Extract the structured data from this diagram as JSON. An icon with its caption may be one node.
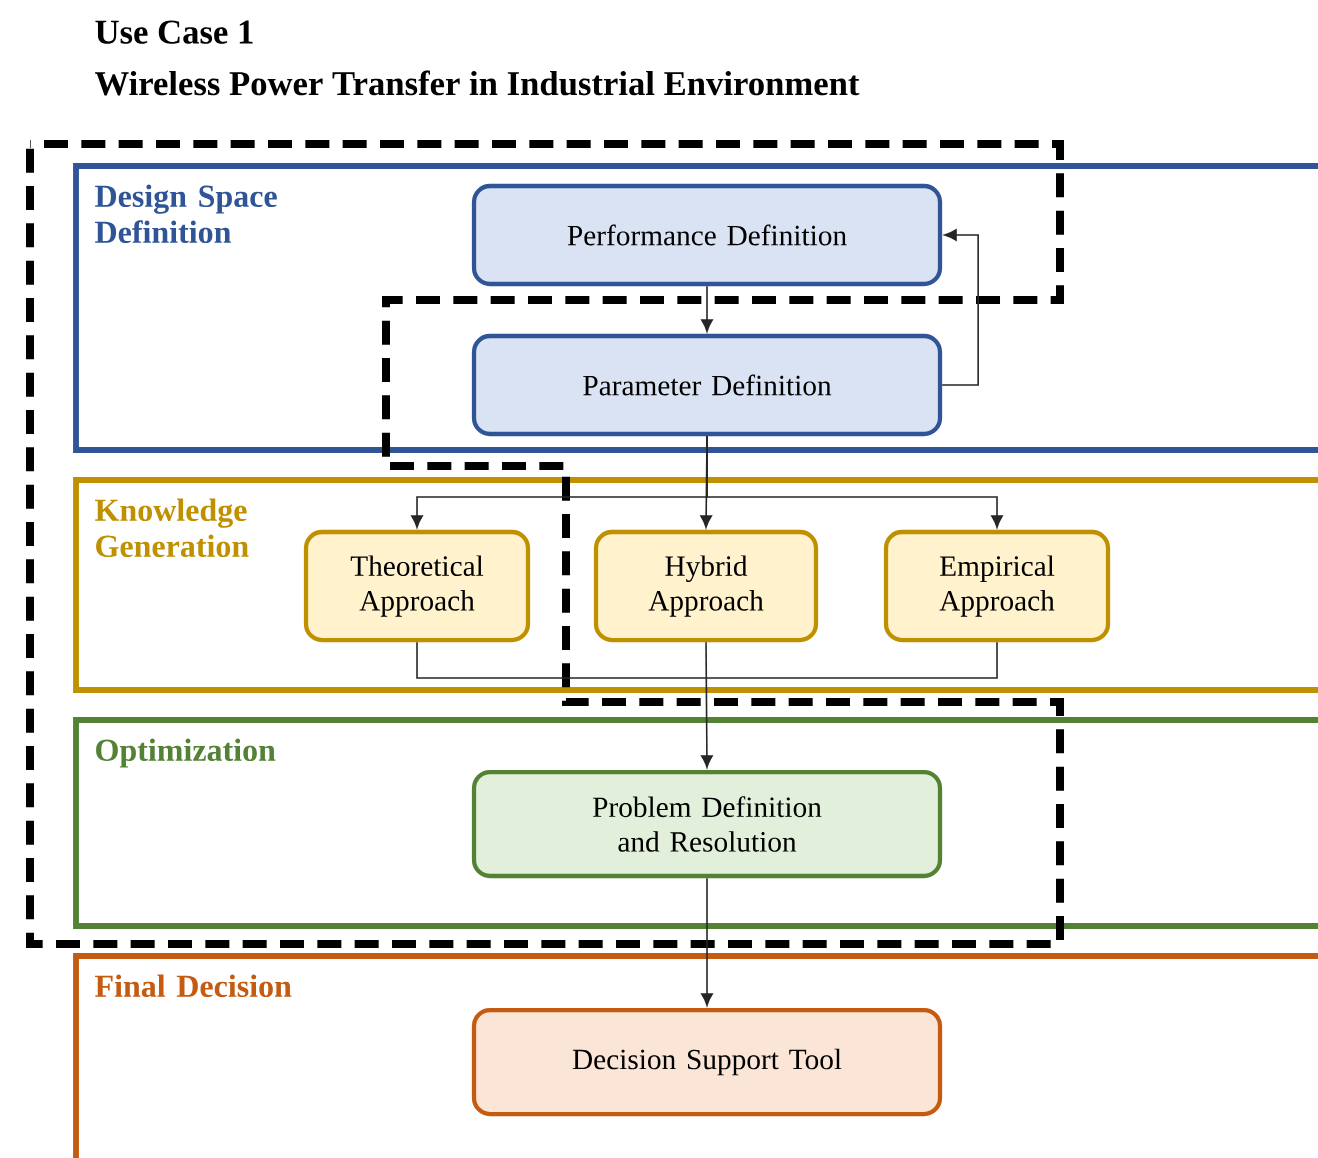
{
  "diagram": {
    "title": "Use Case 1",
    "nodes": [
      {
        "text": [
          "Design Space Definition"
        ]
      },
      {
        "text": [
          "Performance Definition"
        ],
        "in": 0
      },
      {
        "text": [
          "Parameter Definition"
        ],
        "in": 0
      },
      {
        "text": [
          "Knowledge Generation"
        ]
      },
      {
        "text": [
          "Theoretical Approach"
        ],
        "in": 3
      },
      {
        "text": [
          "Hybrid Approach"
        ],
        "in": 3
      },
      {
        "text": [
          "Empirical Approach"
        ],
        "in": 3
      },
      {
        "text": [
          "Optimization"
        ]
      },
      {
        "text": [
          "Problem Definition and Resolution"
        ],
        "in": 7
      },
      {
        "text": [
          "Final Decision"
        ]
      },
      {
        "text": [
          "Decision Support Tool"
        ],
        "in": 9
      }
    ],
    "edges": [
      {
        "from": 1,
        "to": 2,
        "arrow": "to"
      },
      {
        "from": 2,
        "to": 1,
        "arrow": "to"
      },
      {
        "from": 2,
        "to": 4,
        "arrow": "to"
      },
      {
        "from": 2,
        "to": 5,
        "arrow": "to"
      },
      {
        "from": 2,
        "to": 6,
        "arrow": "to"
      },
      {
        "from": 4,
        "to": 8,
        "arrow": "to"
      },
      {
        "from": 5,
        "to": 8,
        "arrow": "to"
      },
      {
        "from": 6,
        "to": 8,
        "arrow": "to"
      },
      {
        "from": 8,
        "to": 10,
        "arrow": "to"
      }
    ],
    "labels": [
      "Wireless Power Transfer in Industrial Environment"
    ]
  }
}
